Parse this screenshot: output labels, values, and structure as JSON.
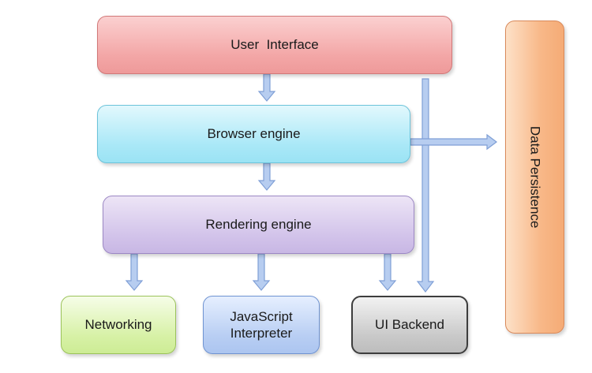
{
  "diagram": {
    "user_interface": "User  Interface",
    "browser_engine": "Browser engine",
    "rendering_engine": "Rendering engine",
    "networking": "Networking",
    "javascript_interpreter_line1": "JavaScript",
    "javascript_interpreter_line2": "Interpreter",
    "ui_backend": "UI Backend",
    "data_persistence": "Data Persistence"
  },
  "colors": {
    "arrow_fill": "#b7cdf0",
    "arrow_stroke": "#7f9fd6"
  }
}
